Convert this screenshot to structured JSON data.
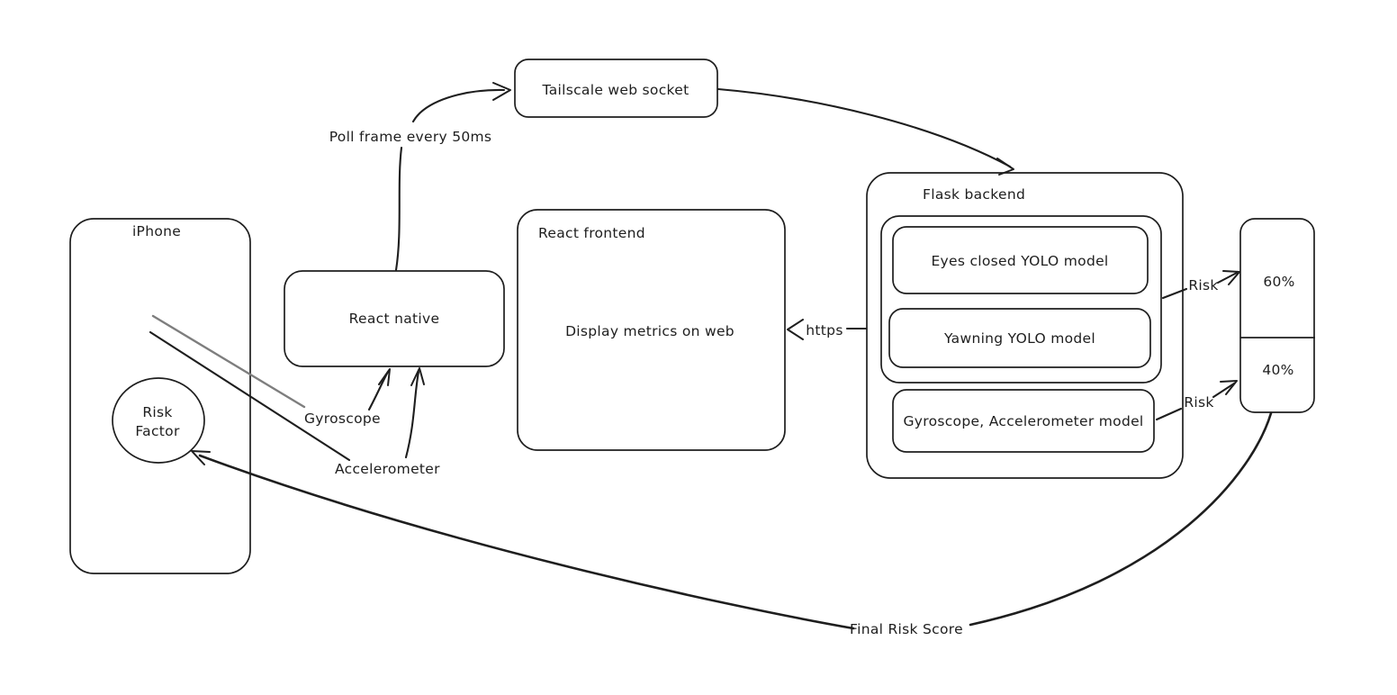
{
  "canvas": {
    "background_color": "#ffffff",
    "stroke_color": "#1e1e1e",
    "secondary_stroke_color": "#7e7e7e"
  },
  "nodes": {
    "iphone": {
      "label": "iPhone"
    },
    "risk_factor_circle": {
      "line1": "Risk",
      "line2": "Factor"
    },
    "react_native": {
      "label": "React native"
    },
    "tailscale": {
      "label": "Tailscale web socket"
    },
    "react_frontend": {
      "title": "React frontend",
      "body": "Display metrics on web"
    },
    "flask_backend": {
      "title": "Flask backend"
    },
    "eyes_model": {
      "label": "Eyes closed YOLO model"
    },
    "yawning_model": {
      "label": "Yawning YOLO model"
    },
    "gyro_accel_model": {
      "label": "Gyroscope, Accelerometer model"
    },
    "score_box": {
      "top_value": "60%",
      "bottom_value": "40%"
    }
  },
  "edges": {
    "poll_frame_label": "Poll frame every 50ms",
    "gyroscope_label": "Gyroscope",
    "accelerometer_label": "Accelerometer",
    "https_label": "https",
    "risk_top_label": "Risk",
    "risk_bottom_label": "Risk",
    "final_risk_label": "Final Risk Score"
  }
}
